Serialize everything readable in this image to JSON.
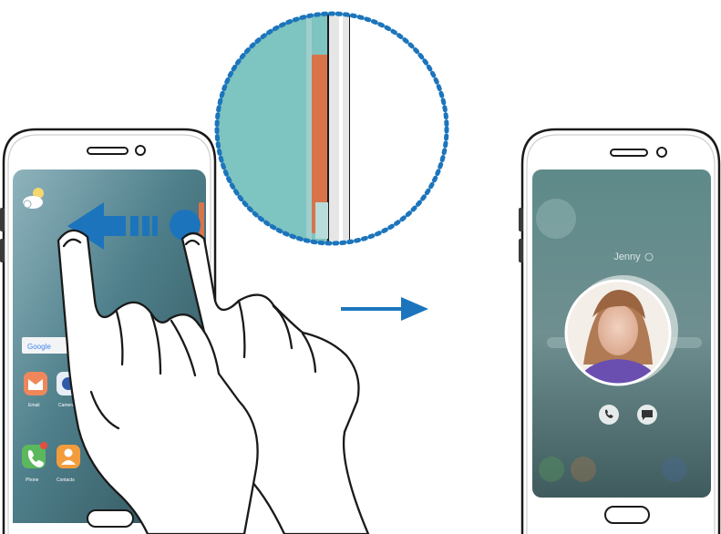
{
  "left_phone": {
    "search_bar_text": "Google",
    "apps": [
      {
        "name": "email-app-icon",
        "label": "Email",
        "color": "#f0875a"
      },
      {
        "name": "camera-app-icon",
        "label": "Camera",
        "color": "#e8eef5"
      }
    ],
    "dock": [
      {
        "name": "phone-app-icon",
        "label": "Phone",
        "color": "#5cb85c"
      },
      {
        "name": "contacts-app-icon",
        "label": "Contacts",
        "color": "#f39c3c"
      }
    ],
    "edge_handle_color": "#d9734a",
    "touch_point_color": "#1c75bc"
  },
  "right_phone": {
    "contact_name": "Jenny",
    "call_icon": "phone-icon",
    "message_icon": "message-icon"
  },
  "arrow_color": "#1c75bc",
  "zoom_border_color": "#1c75bc"
}
